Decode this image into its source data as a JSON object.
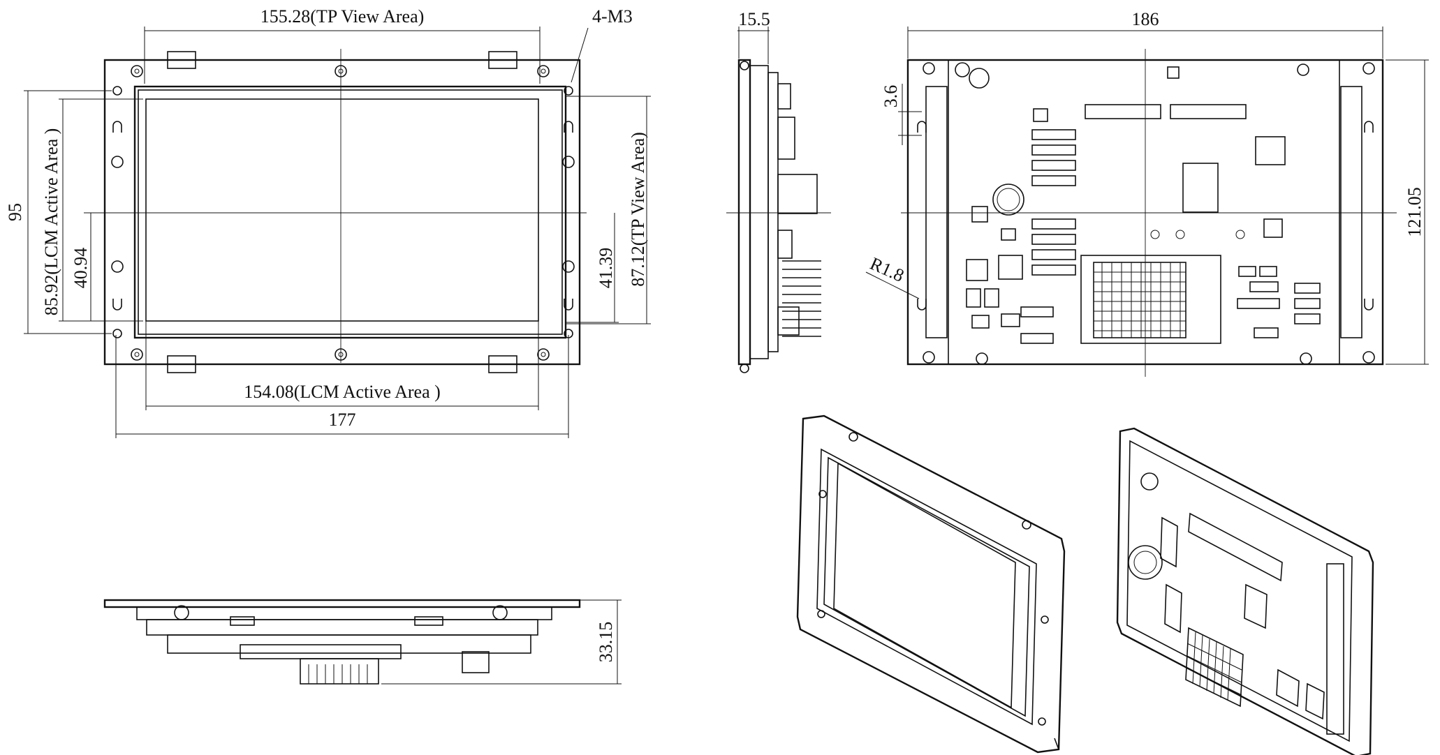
{
  "dimensions": {
    "tp_view_width": "155.28(TP View Area)",
    "screw": "4-M3",
    "lcm_active_height": "85.92(LCM Active Area )",
    "total_height_front": "95",
    "half_height_left": "40.94",
    "half_height_right": "41.39",
    "tp_view_height": "87.12(TP View Area)",
    "lcm_active_width": "154.08(LCM Active Area )",
    "total_width_front": "177",
    "thickness_side": "15.5",
    "total_width_back": "186",
    "hole_offset": "3.6",
    "radius": "R1.8",
    "total_height_back": "121.05",
    "depth_bottom": "33.15"
  }
}
